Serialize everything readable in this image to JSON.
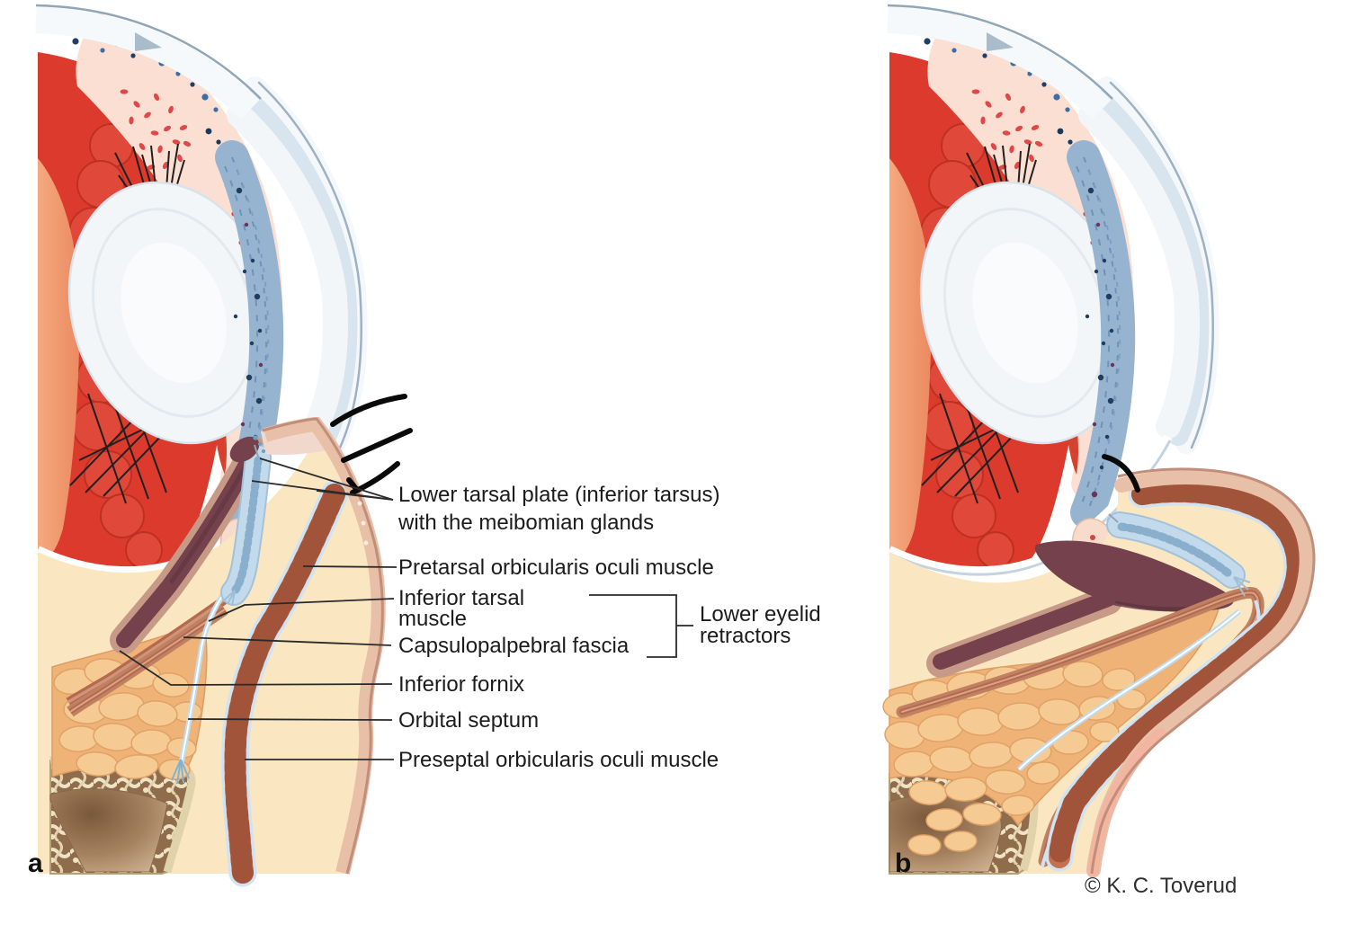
{
  "figure": {
    "type": "medical-anatomy-illustration",
    "subject": "Sagittal cross-section of the eye and lower eyelid; panel a normal position with labels, panel b everted/retracted lower eyelid"
  },
  "panels": {
    "a": {
      "letter": "a"
    },
    "b": {
      "letter": "b"
    }
  },
  "labels": {
    "lower_tarsal_plate": {
      "line1": "Lower tarsal plate (inferior tarsus)",
      "line2": "with the meibomian glands"
    },
    "pretarsal": "Pretarsal orbicularis oculi muscle",
    "inferior_tarsal": {
      "line1": "Inferior tarsal",
      "line2": "muscle"
    },
    "capsulopalpebral": "Capsulopalpebral fascia",
    "retractors": {
      "line1": "Lower eyelid",
      "line2": "retractors"
    },
    "inferior_fornix": "Inferior fornix",
    "orbital_septum": "Orbital septum",
    "preseptal": "Preseptal orbicularis oculi muscle"
  },
  "credit": "© K. C. Toverud",
  "colors": {
    "background": "#ffffff",
    "choroid_red": "#DC3A2C",
    "vitreous_orange": "#EF9168",
    "ciliary_pink": "#FBDFD3",
    "sclera_white": "#F6F9FB",
    "sclera_outline": "#90A7BA",
    "cornea_blue": "#D8E4EE",
    "iris_blue": "#96B4D0",
    "lens_white": "#F3F6F9",
    "tarsal_plate_blue": "#C2DAEC",
    "meibomian_blue": "#8AAFCC",
    "conjunctiva_maroon": "#74414C",
    "orbicularis_brown": "#C4714F",
    "fascia_brown": "#B5694E",
    "fat_orange": "#EFB277",
    "subcutis_yellow": "#FAE7C1",
    "skin_tan": "#E8BFA7",
    "bone_cream": "#E0D2AB",
    "bone_trabecular": "#8F6C4B",
    "leader_line": "#2a2a2a",
    "label_text": "#1c1c1c"
  }
}
